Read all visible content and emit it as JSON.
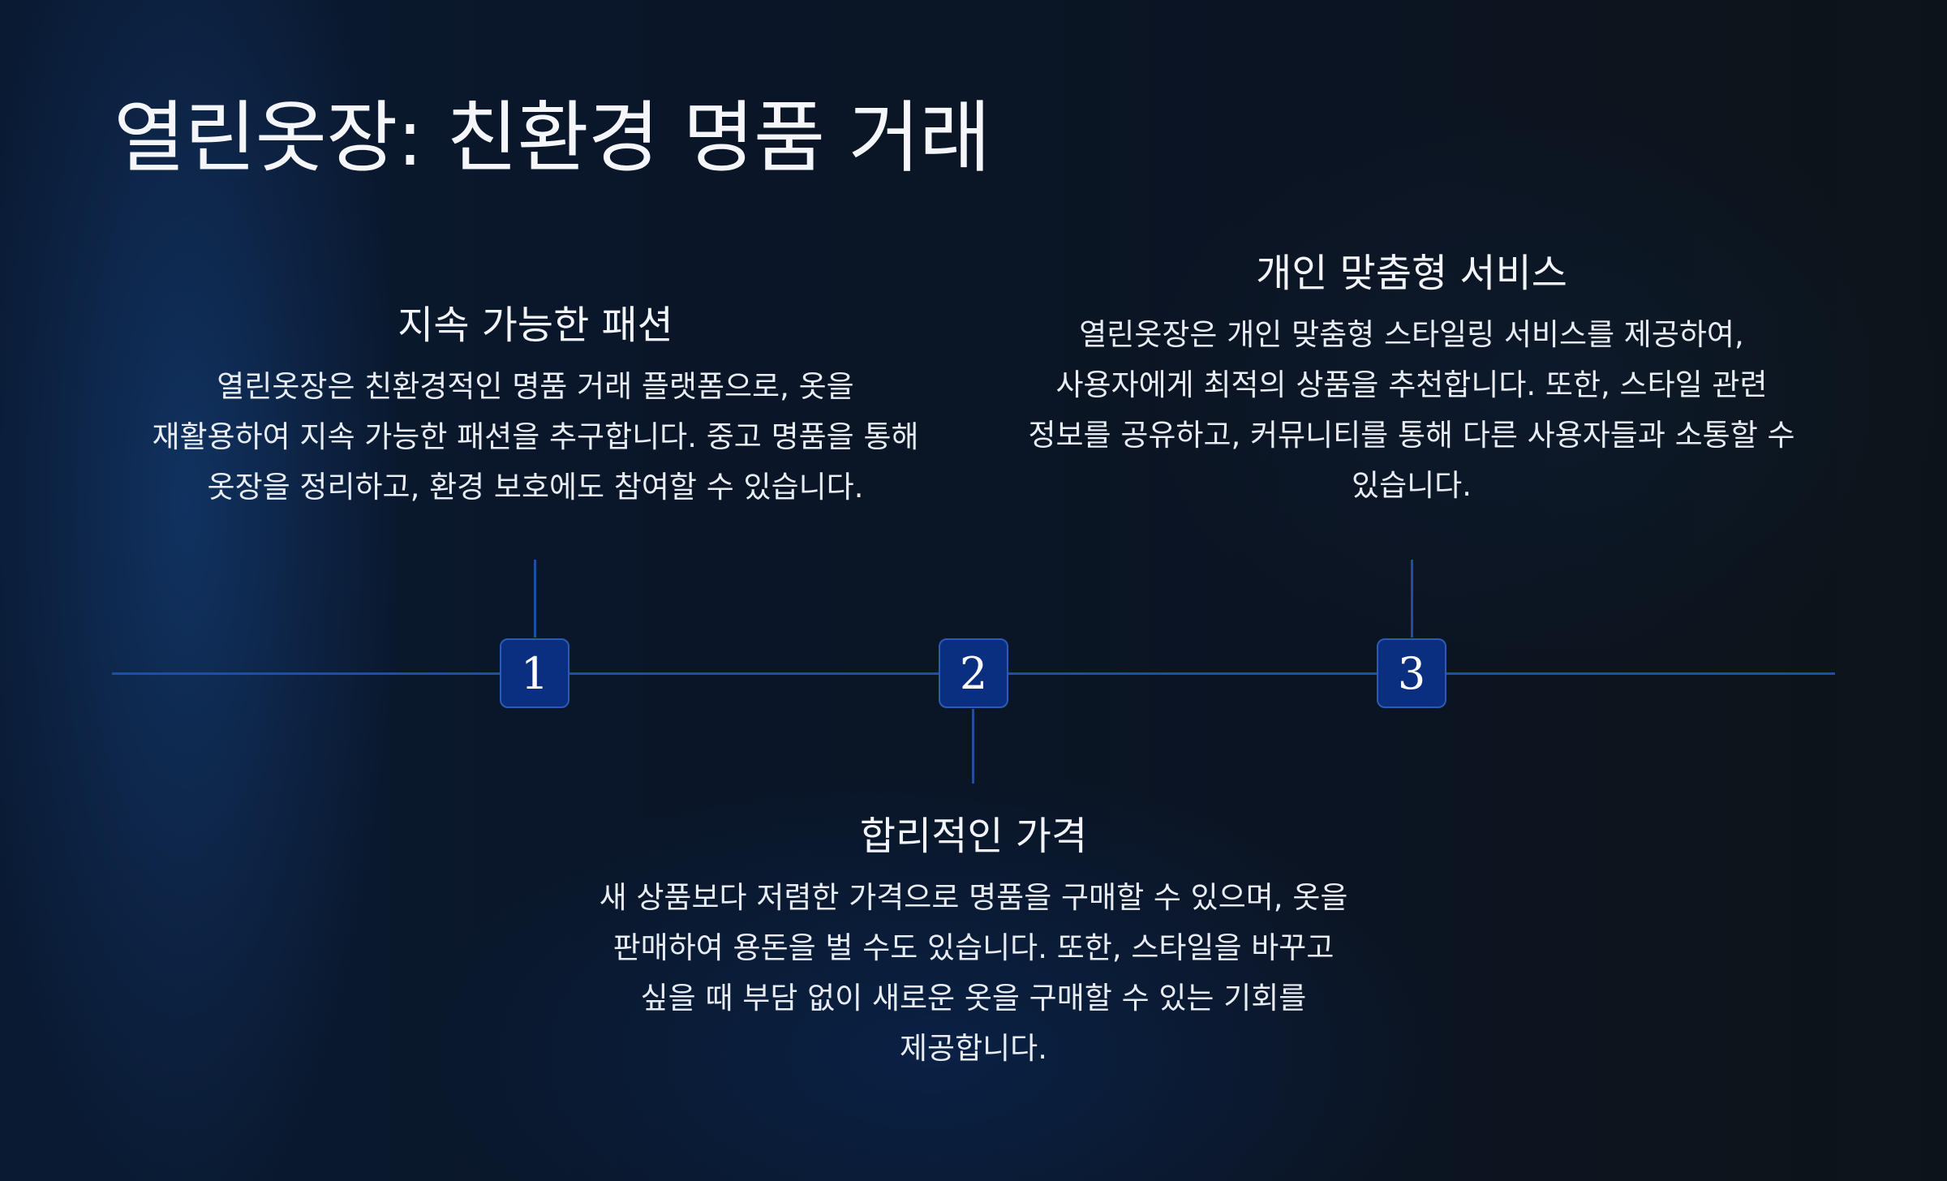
{
  "title": "열린옷장: 친환경 명품 거래",
  "timeline": {
    "colors": {
      "line": "#1f4fa3",
      "marker_fill": "#0a2f80",
      "marker_border": "#2b5bb3"
    },
    "steps": [
      {
        "number": "1",
        "title": "지속 가능한 패션",
        "description": "열린옷장은 친환경적인 명품 거래 플랫폼으로, 옷을 재활용하여 지속 가능한 패션을 추구합니다. 중고 명품을 통해 옷장을 정리하고, 환경 보호에도 참여할 수 있습니다."
      },
      {
        "number": "2",
        "title": "합리적인 가격",
        "description": "새 상품보다 저렴한 가격으로 명품을 구매할 수 있으며, 옷을 판매하여 용돈을 벌 수도 있습니다. 또한, 스타일을 바꾸고 싶을 때 부담 없이 새로운 옷을 구매할 수 있는 기회를 제공합니다."
      },
      {
        "number": "3",
        "title": "개인 맞춤형 서비스",
        "description": "열린옷장은 개인 맞춤형 스타일링 서비스를 제공하여, 사용자에게 최적의 상품을 추천합니다. 또한, 스타일 관련 정보를 공유하고, 커뮤니티를 통해 다른 사용자들과 소통할 수 있습니다."
      }
    ]
  }
}
